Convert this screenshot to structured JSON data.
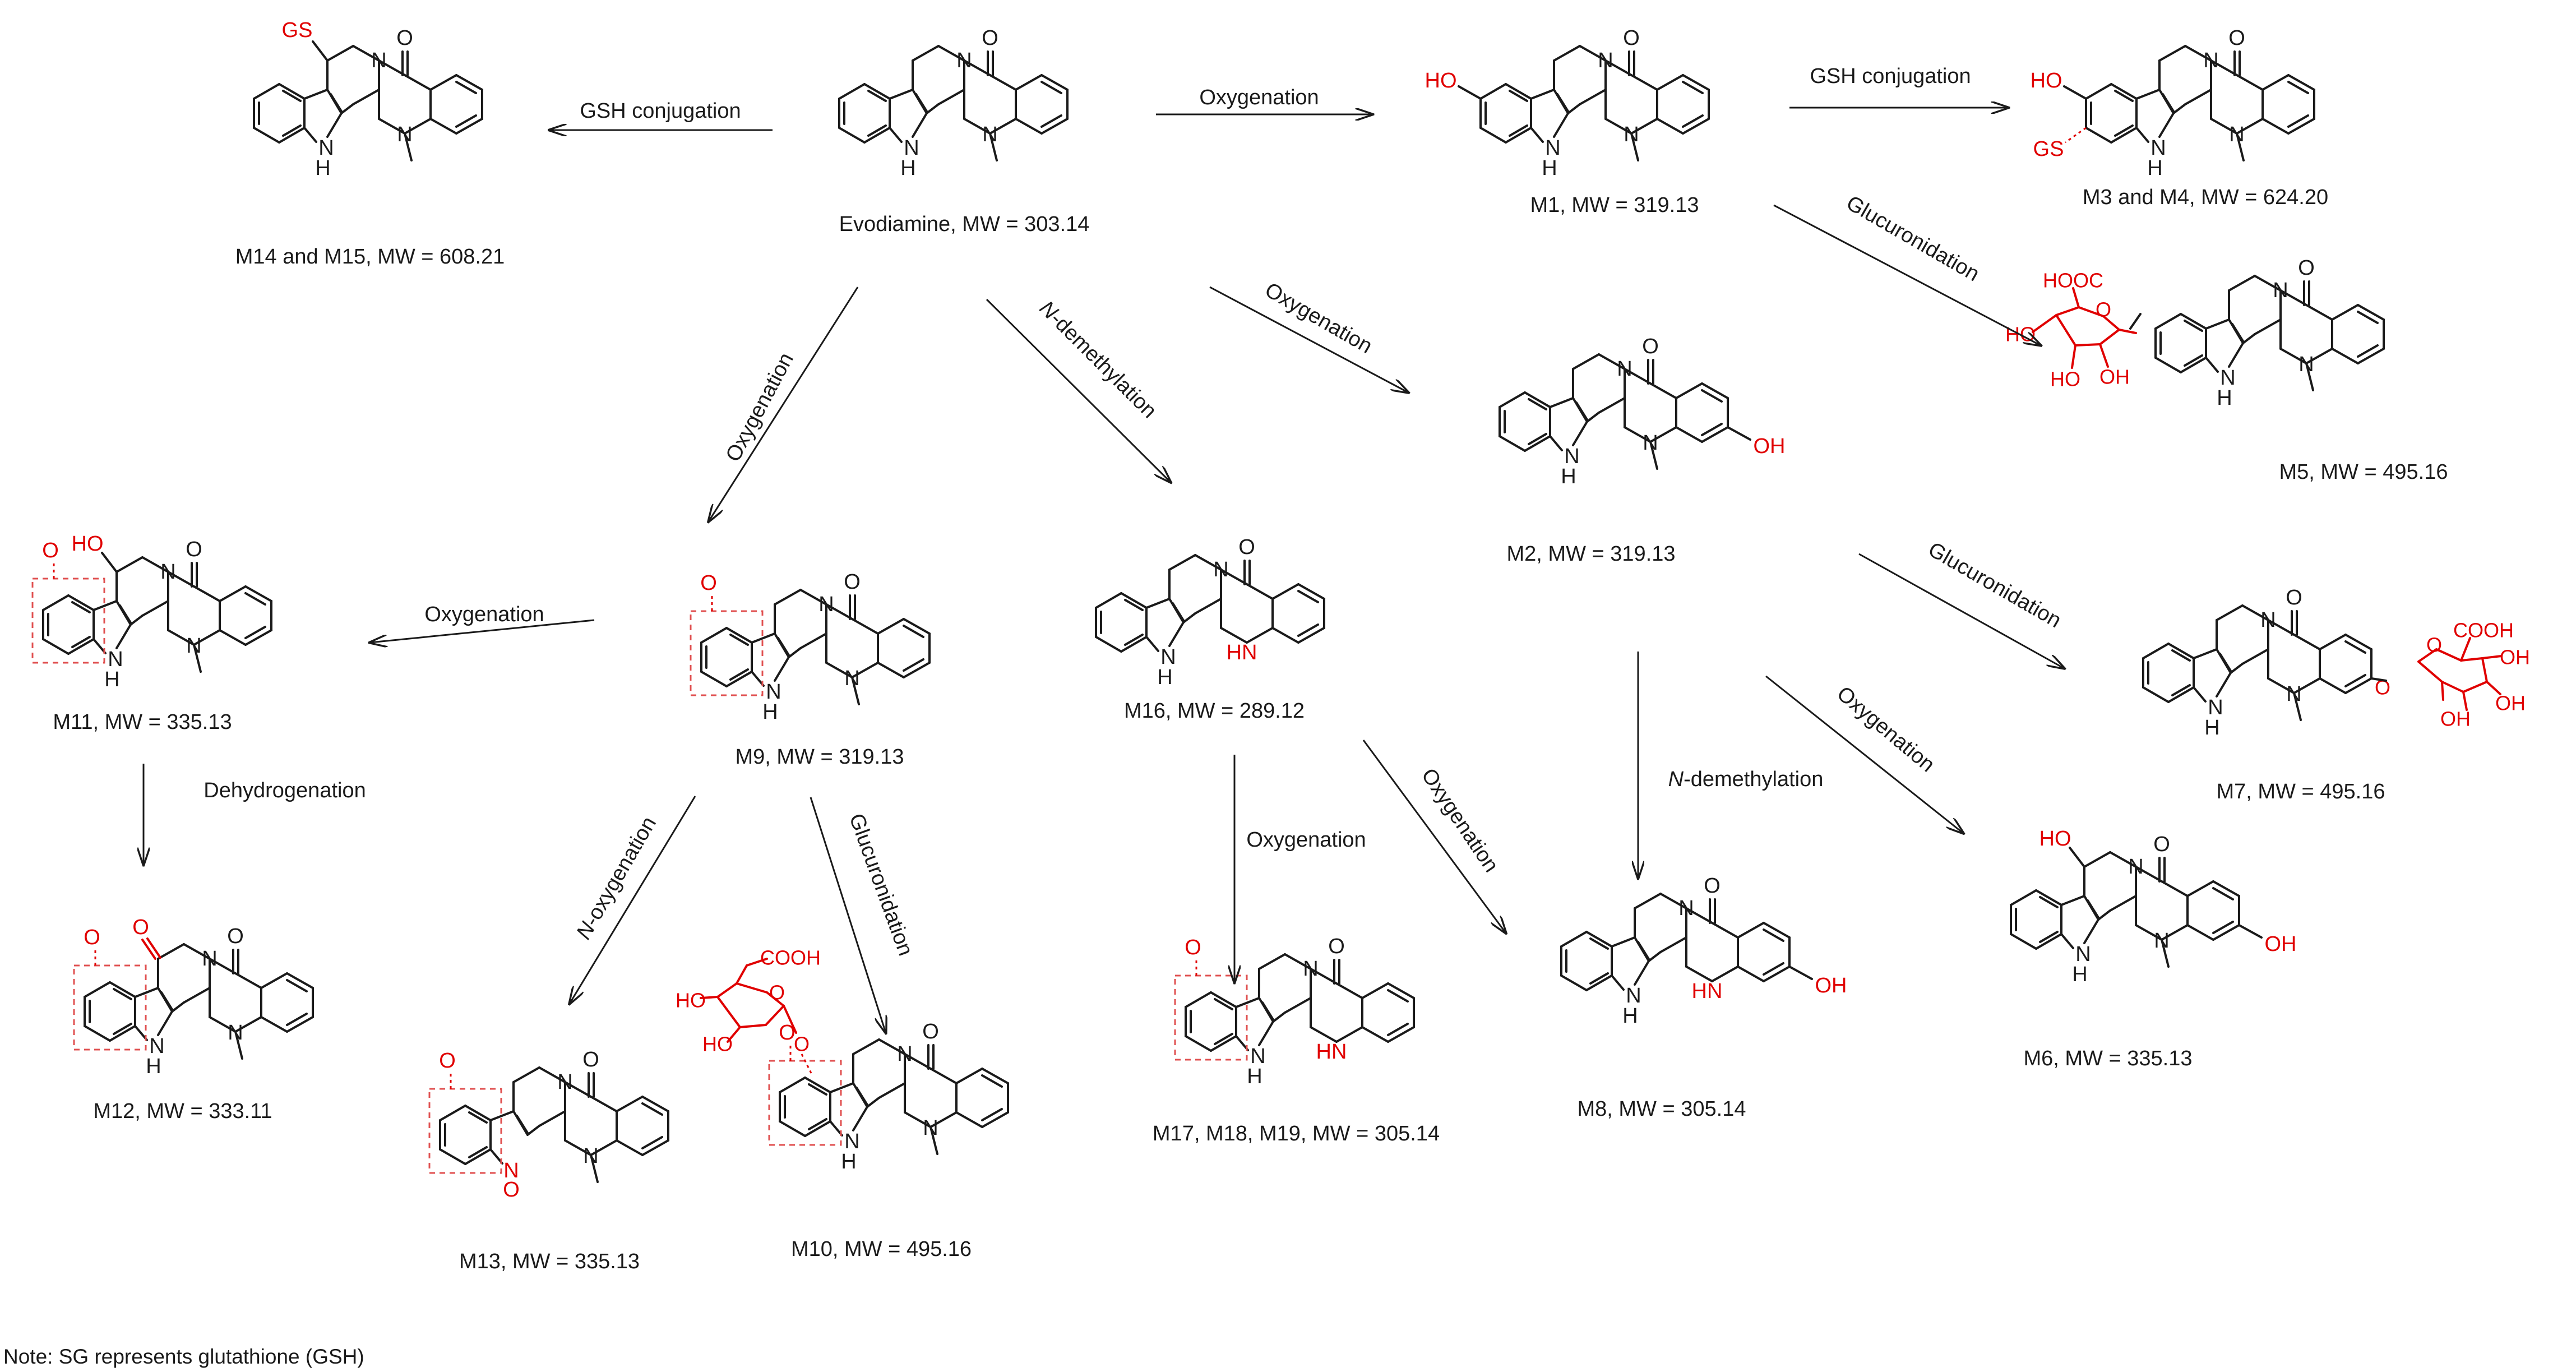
{
  "note": "Note: SG represents glutathione (GSH)",
  "colors": {
    "bond": "#1a1a1a",
    "modification": "#e00000",
    "box": "#e05050"
  },
  "atoms": {
    "H": "H",
    "N": "N",
    "O": "O",
    "NH": "NH",
    "HN": "HN",
    "HO": "HO",
    "OH": "OH",
    "GS": "GS",
    "COOH": "COOH",
    "HOOC": "HOOC"
  },
  "compounds": {
    "evodiamine": "Evodiamine, MW = 303.14",
    "m1": "M1, MW = 319.13",
    "m2": "M2, MW = 319.13",
    "m3m4": "M3 and M4, MW = 624.20",
    "m5": "M5, MW = 495.16",
    "m6": "M6, MW = 335.13",
    "m7": "M7, MW = 495.16",
    "m8": "M8, MW = 305.14",
    "m9": "M9, MW = 319.13",
    "m10": "M10, MW = 495.16",
    "m11": "M11, MW = 335.13",
    "m12": "M12, MW = 333.11",
    "m13": "M13, MW = 335.13",
    "m14m15": "M14 and M15, MW = 608.21",
    "m16": "M16, MW = 289.12",
    "m17m19": "M17,  M18, M19, MW = 305.14"
  },
  "reactions": {
    "gsh_conjugation": "GSH conjugation",
    "oxygenation": "Oxygenation",
    "glucuronidation": "Glucuronidation",
    "n_prefix": "N",
    "demethylation_suffix": "-demethylation",
    "oxygenation_suffix": "-oxygenation",
    "dehydrogenation": "Dehydrogenation"
  }
}
